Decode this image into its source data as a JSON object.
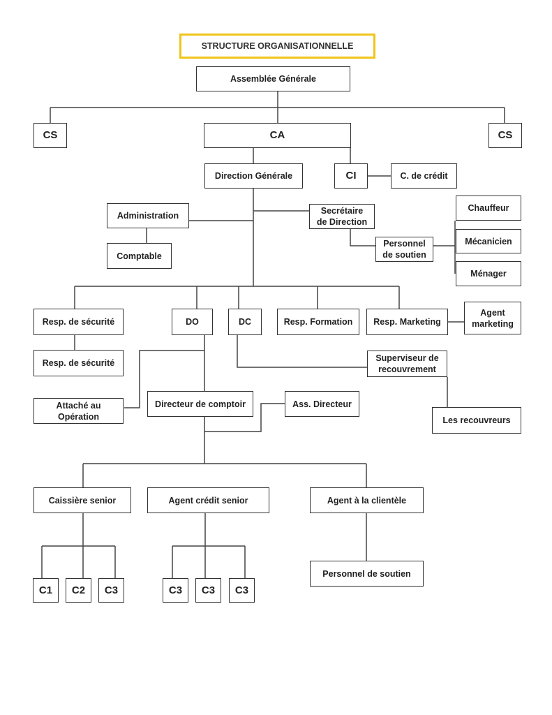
{
  "title": "STRUCTURE ORGANISATIONNELLE",
  "nodes": {
    "ag": "Assemblée Générale",
    "cs_left": "CS",
    "ca": "CA",
    "cs_right": "CS",
    "dg": "Direction Générale",
    "ci": "CI",
    "c_credit": "C. de crédit",
    "administration": "Administration",
    "comptable": "Comptable",
    "secretaire": "Secrétaire\nde Direction",
    "personnel_soutien_1": "Personnel\nde soutien",
    "chauffeur": "Chauffeur",
    "mecanicien": "Mécanicien",
    "menager": "Ménager",
    "resp_securite_1": "Resp. de sécurité",
    "resp_securite_2": "Resp. de sécurité",
    "do": "DO",
    "dc": "DC",
    "resp_formation": "Resp. Formation",
    "resp_marketing": "Resp. Marketing",
    "agent_marketing": "Agent\nmarketing",
    "superviseur": "Superviseur de\nrecouvrement",
    "recouvreurs": "Les recouvreurs",
    "attache": "Attaché au\nOpération",
    "directeur_comptoir": "Directeur de comptoir",
    "ass_directeur": "Ass. Directeur",
    "caissiere": "Caissière senior",
    "agent_credit": "Agent crédit senior",
    "agent_clientele": "Agent  à la clientèle",
    "personnel_soutien_2": "Personnel de soutien",
    "c1": "C1",
    "c2": "C2",
    "c3a": "C3",
    "c3b": "C3",
    "c3c": "C3",
    "c3d": "C3"
  },
  "colors": {
    "title_border": "#f0c419",
    "line": "#444444",
    "box_border": "#333333"
  }
}
